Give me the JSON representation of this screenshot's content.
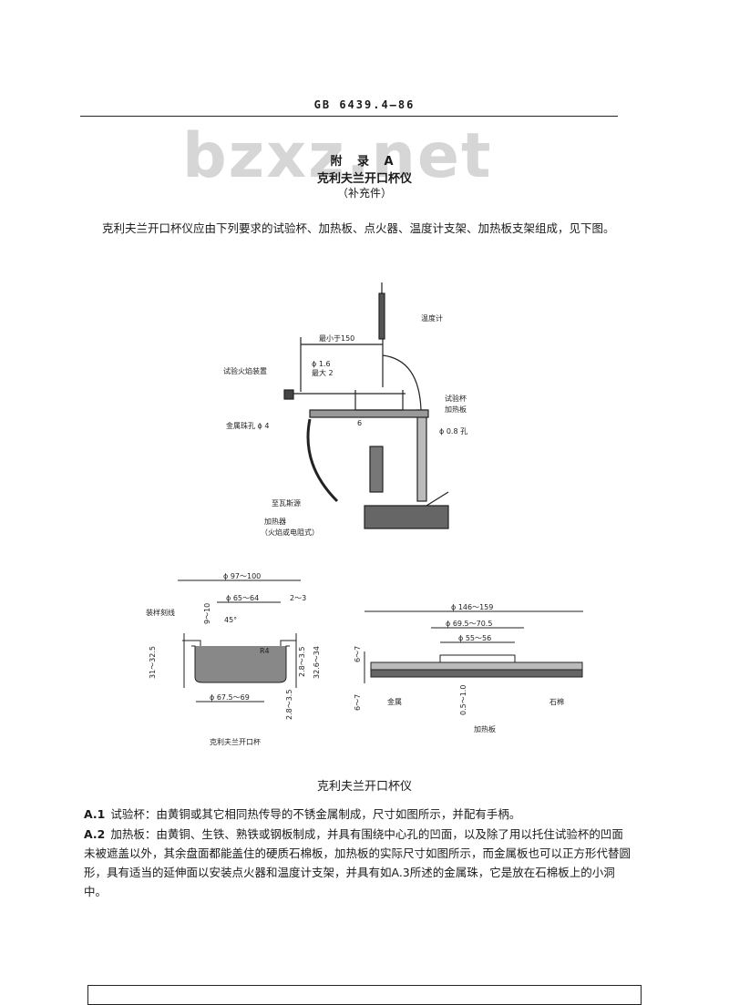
{
  "header": {
    "standard": "GB 6439.4—86"
  },
  "watermark": "bzxz.net",
  "appendix": {
    "label": "附 录 A",
    "title": "克利夫兰开口杯仪",
    "note": "（补充件）"
  },
  "intro": "克利夫兰开口杯仪应由下列要求的试验杯、加热板、点火器、温度计支架、加热板支架组成，见下图。",
  "figure_main": {
    "thermometer": "温度计",
    "min150": "最小于150",
    "phi16": "ϕ 1.6",
    "max2": "最大 2",
    "flame_device": "试验火焰装置",
    "test_cup": "试验杯",
    "heating_plate": "加热板",
    "metal_bead": "金属珠孔 ϕ 4",
    "six": "6",
    "phi08": "ϕ 0.8 孔",
    "gas_pipe": "至瓦斯源",
    "heater": "加热器",
    "heater_type": "（火焰或电阻式）"
  },
  "figure_cup": {
    "caption": "克利夫兰开口杯",
    "d_outer": "ϕ 97～100",
    "d_inner": "ϕ 65～64",
    "rim": "2～3",
    "fill_line": "装样刻线",
    "h9_10": "9～10",
    "angle": "45°",
    "r4": "R4",
    "h31": "31～32.5",
    "h28": "2.8～3.5",
    "h326": "32.6～34",
    "d_bottom": "ϕ 67.5～69",
    "h28b": "2.8～3.5"
  },
  "figure_plate": {
    "caption": "加热板",
    "d_outer": "ϕ 146～159",
    "d_recess": "ϕ 69.5～70.5",
    "d_hole": "ϕ 55～56",
    "h6_7a": "6～7",
    "h6_7b": "6～7",
    "depth": "0.5～1.0",
    "metal": "金属",
    "asbestos": "石棉"
  },
  "figure_caption": "克利夫兰开口杯仪",
  "clauses": {
    "a1_num": "A.1",
    "a1_text": "试验杯：由黄铜或其它相同热传导的不锈金属制成，尺寸如图所示，并配有手柄。",
    "a2_num": "A.2",
    "a2_text": "加热板：由黄铜、生铁、熟铁或钢板制成，并具有围绕中心孔的凹面，以及除了用以托住试验杯的凹面未被遮盖以外，其余盘面都能盖住的硬质石棉板，加热板的实际尺寸如图所示，而金属板也可以正方形代替圆形，具有适当的延伸面以安装点火器和温度计支架，并具有如A.3所述的金属珠，它是放在石棉板上的小洞中。"
  }
}
